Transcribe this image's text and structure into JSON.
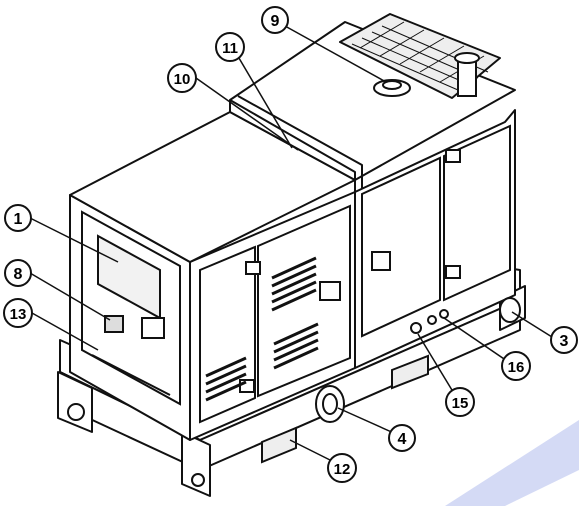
{
  "colors": {
    "line": "#111111",
    "fill": "#ffffff",
    "shade": "#d9d9d9",
    "callout_fill": "#ffffff",
    "accent_bar": "#c9d1f2"
  },
  "callouts": [
    {
      "id": "c1",
      "label": "1"
    },
    {
      "id": "c8",
      "label": "8"
    },
    {
      "id": "c13",
      "label": "13"
    },
    {
      "id": "c10",
      "label": "10"
    },
    {
      "id": "c11",
      "label": "11"
    },
    {
      "id": "c9",
      "label": "9"
    },
    {
      "id": "c3",
      "label": "3"
    },
    {
      "id": "c16",
      "label": "16"
    },
    {
      "id": "c15",
      "label": "15"
    },
    {
      "id": "c4",
      "label": "4"
    },
    {
      "id": "c12",
      "label": "12"
    }
  ]
}
